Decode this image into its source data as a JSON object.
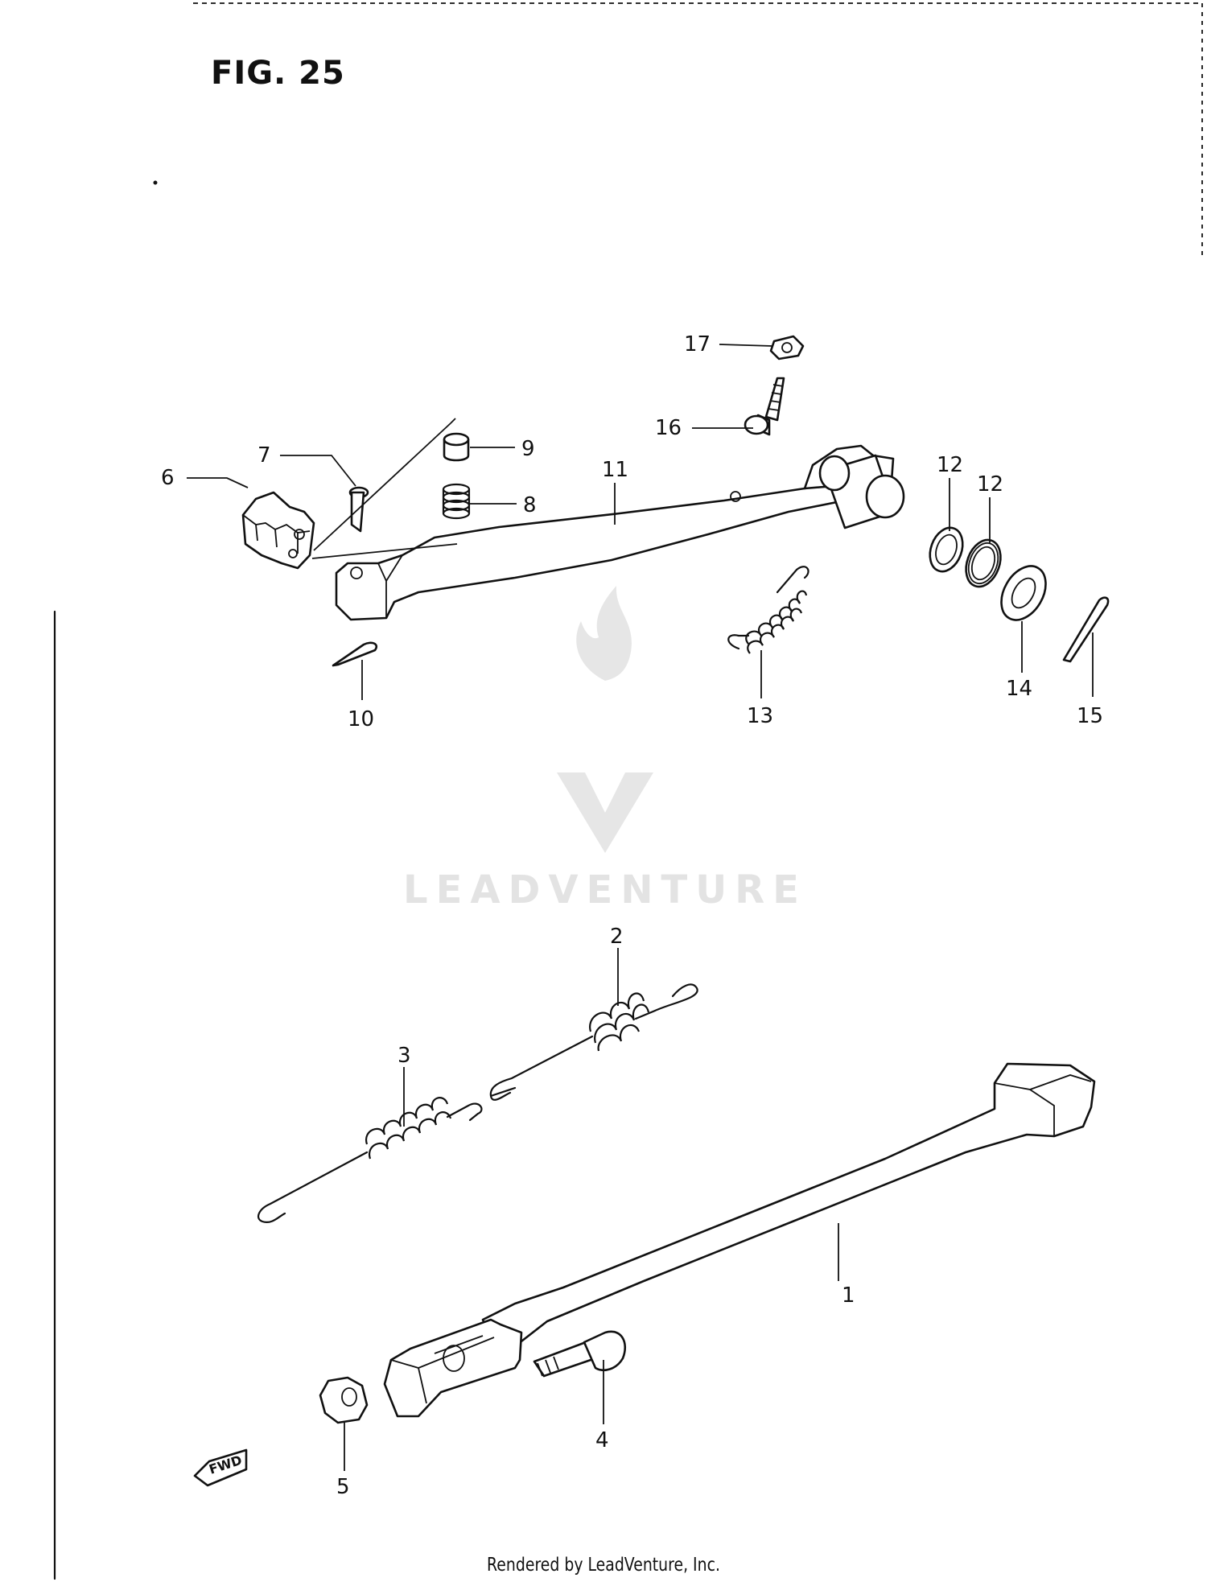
{
  "figure": {
    "title": "FIG. 25"
  },
  "callouts": [
    {
      "id": "1",
      "label": "1"
    },
    {
      "id": "2",
      "label": "2"
    },
    {
      "id": "3",
      "label": "3"
    },
    {
      "id": "4",
      "label": "4"
    },
    {
      "id": "5",
      "label": "5"
    },
    {
      "id": "6",
      "label": "6"
    },
    {
      "id": "7",
      "label": "7"
    },
    {
      "id": "8",
      "label": "8"
    },
    {
      "id": "9",
      "label": "9"
    },
    {
      "id": "10",
      "label": "10"
    },
    {
      "id": "11",
      "label": "11"
    },
    {
      "id": "12a",
      "label": "12"
    },
    {
      "id": "12b",
      "label": "12"
    },
    {
      "id": "13",
      "label": "13"
    },
    {
      "id": "14",
      "label": "14"
    },
    {
      "id": "15",
      "label": "15"
    },
    {
      "id": "16",
      "label": "16"
    },
    {
      "id": "17",
      "label": "17"
    }
  ],
  "watermark": {
    "text": "LEADVENTURE"
  },
  "direction_mark": {
    "text": "FWD"
  },
  "footer": {
    "text": "Rendered by LeadVenture, Inc."
  },
  "colors": {
    "ink": "#111111",
    "background": "#ffffff",
    "watermark": "#e3e3e3"
  }
}
